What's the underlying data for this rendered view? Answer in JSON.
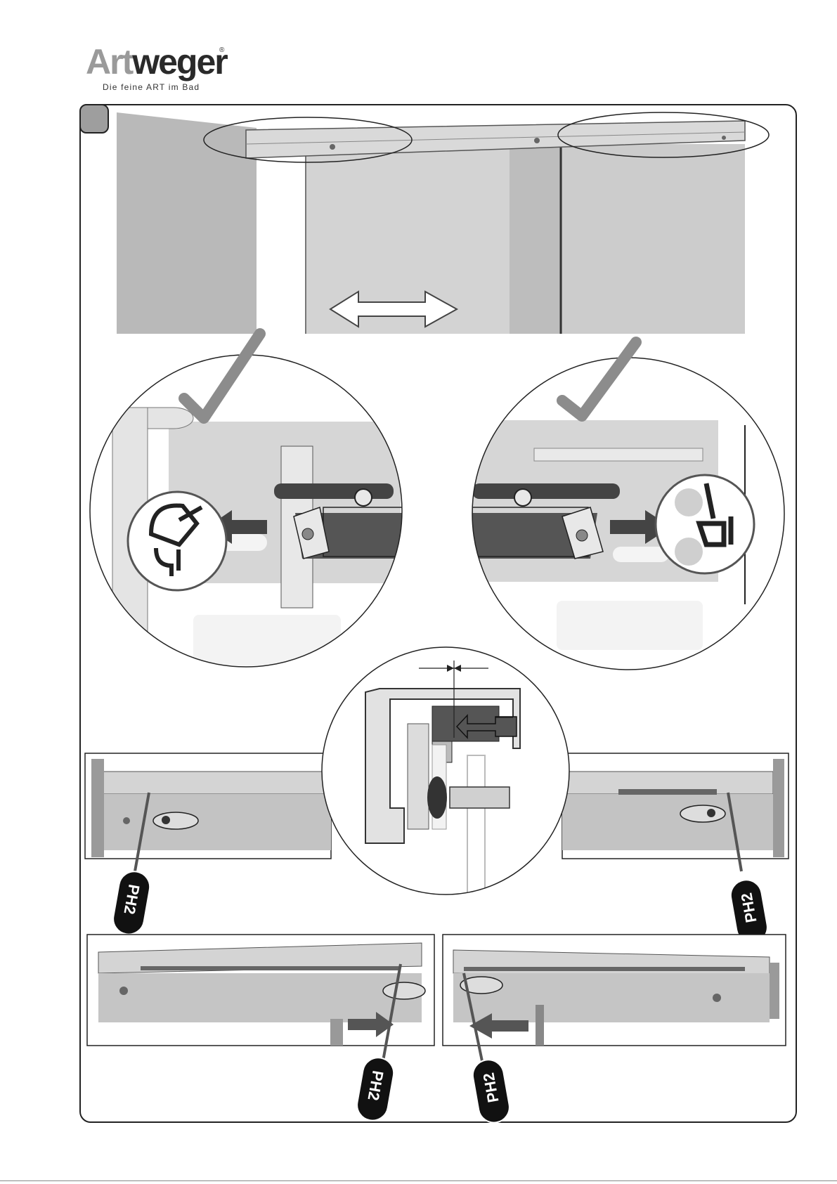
{
  "brand": {
    "name_part1": "Art",
    "name_part2": "weger",
    "registered_mark": "®",
    "tagline": "Die feine ART im Bad"
  },
  "tools": {
    "screwdriver_label": "PH2"
  },
  "colors": {
    "frame": "#222222",
    "glass": "#c8c8c8",
    "profile": "#bdbdbd",
    "dark_part": "#444444",
    "check": "#8c8c8c"
  }
}
